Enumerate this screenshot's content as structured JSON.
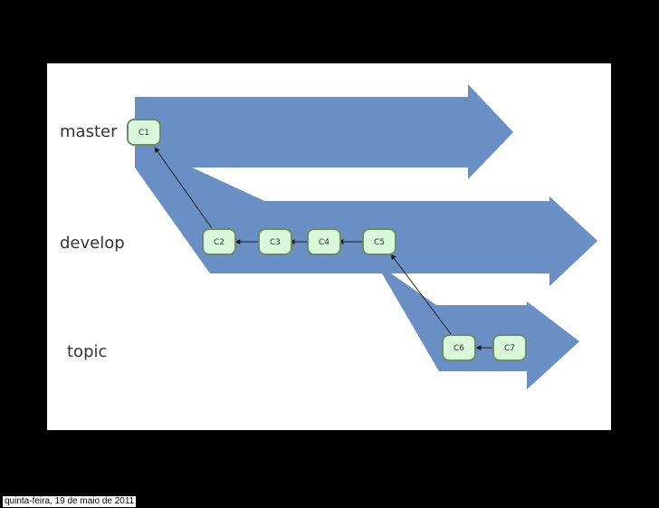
{
  "diagram": {
    "branches": [
      {
        "id": "master",
        "label": "master"
      },
      {
        "id": "develop",
        "label": "develop"
      },
      {
        "id": "topic",
        "label": "topic"
      }
    ],
    "commits": [
      {
        "id": "c1",
        "label": "C1",
        "branch": "master"
      },
      {
        "id": "c2",
        "label": "C2",
        "branch": "develop"
      },
      {
        "id": "c3",
        "label": "C3",
        "branch": "develop"
      },
      {
        "id": "c4",
        "label": "C4",
        "branch": "develop"
      },
      {
        "id": "c5",
        "label": "C5",
        "branch": "develop"
      },
      {
        "id": "c6",
        "label": "C6",
        "branch": "topic"
      },
      {
        "id": "c7",
        "label": "C7",
        "branch": "topic"
      }
    ],
    "edges": [
      {
        "from": "C2",
        "to": "C1"
      },
      {
        "from": "C3",
        "to": "C2"
      },
      {
        "from": "C4",
        "to": "C3"
      },
      {
        "from": "C5",
        "to": "C4"
      },
      {
        "from": "C6",
        "to": "C5"
      },
      {
        "from": "C7",
        "to": "C6"
      }
    ],
    "colors": {
      "branch_band": "#6a8fc4",
      "commit_fill": "#d9f7d9",
      "commit_stroke": "#6e8a6e",
      "background": "#000000",
      "slide": "#ffffff"
    }
  },
  "footer": {
    "date": "quinta-feira, 19 de maio de 2011"
  }
}
